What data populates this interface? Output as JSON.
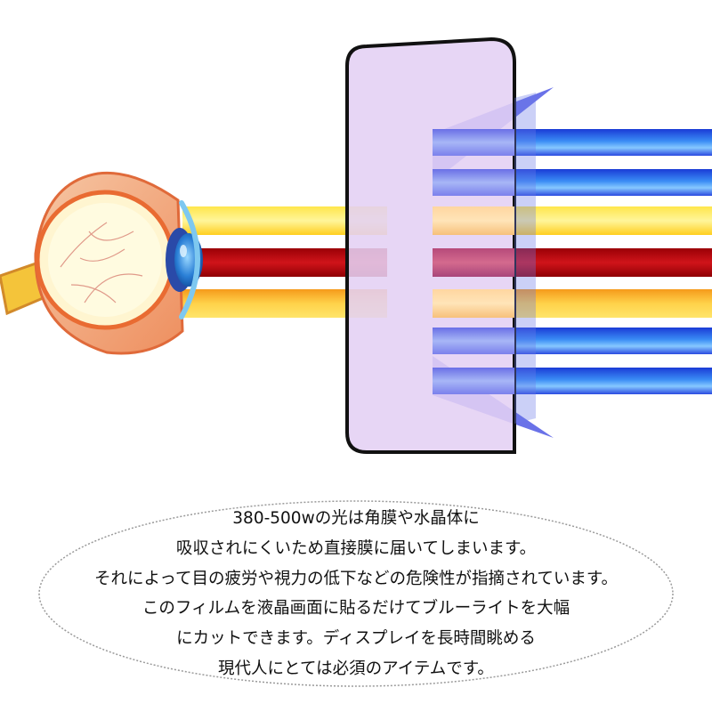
{
  "illustration": {
    "eye": "eye-cross-section-icon",
    "screen": "phone-screen-protector-film",
    "colors": {
      "film": "#e4d0f4",
      "film_border": "#111111",
      "blue_light": "#1f3fe0",
      "blue_light_filtered": "#7f82ec",
      "yellow_light": "#ffd400",
      "orange_light": "#f7a01d",
      "red_light": "#b4070a",
      "cornea": "#7ec8f0",
      "eye_outer": "#f6a779",
      "eye_inner": "#fffbe0"
    }
  },
  "caption": {
    "lines": [
      "380-500wの光は角膜や水晶体に",
      "吸収されにくいため直接膜に届いてしまいます。",
      "それによって目の疲労や視力の低下などの危険性が指摘されています。",
      "このフィルムを液晶画面に貼るだけてブルーライトを大幅",
      "にカットできます。ディスプレイを長時間眺める",
      "現代人にとては必須のアイテムです。"
    ]
  }
}
